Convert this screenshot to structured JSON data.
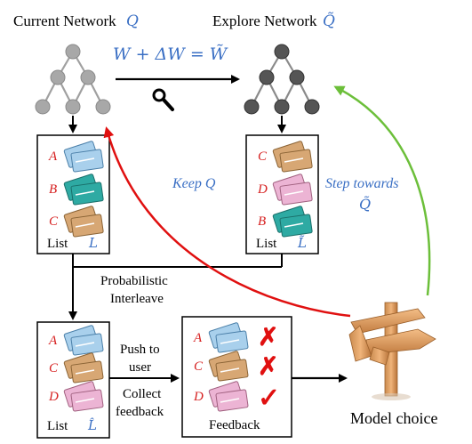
{
  "current_network": {
    "label": "Current Network",
    "symbol": "Q"
  },
  "explore_network": {
    "label": "Explore Network",
    "symbol": "Q̃"
  },
  "update_equation": "W + ΔW = W̃",
  "keep_label": "Keep Q",
  "step_label": {
    "line1": "Step towards",
    "line2": "Q̃"
  },
  "list_left": {
    "items": [
      "A",
      "B",
      "C"
    ],
    "caption": "List",
    "symbol": "L",
    "item_colors": [
      "#a9d0ec",
      "#2eaaa3",
      "#d7a774"
    ]
  },
  "list_right": {
    "items": [
      "C",
      "D",
      "B"
    ],
    "caption": "List",
    "symbol": "L̃",
    "item_colors": [
      "#d7a774",
      "#ecb4d4",
      "#2eaaa3"
    ]
  },
  "interleave_label": {
    "line1": "Probabilistic",
    "line2": "Interleave"
  },
  "list_merged": {
    "items": [
      "A",
      "C",
      "D"
    ],
    "caption": "List",
    "symbol": "L̂",
    "item_colors": [
      "#a9d0ec",
      "#d7a774",
      "#ecb4d4"
    ]
  },
  "push_label": {
    "line1": "Push to",
    "line2": "user"
  },
  "collect_label": {
    "line1": "Collect",
    "line2": "feedback"
  },
  "feedback_box": {
    "items": [
      "A",
      "C",
      "D"
    ],
    "caption": "Feedback",
    "marks": [
      "✗",
      "✗",
      "✓"
    ]
  },
  "model_choice_label": "Model choice",
  "colors": {
    "item_letter": "#d62020",
    "math_blue": "#3a6fc4",
    "red_arrow": "#e01010",
    "green_arrow": "#6cbf3a",
    "node_light": "#a8a8a8",
    "node_dark": "#555555"
  }
}
